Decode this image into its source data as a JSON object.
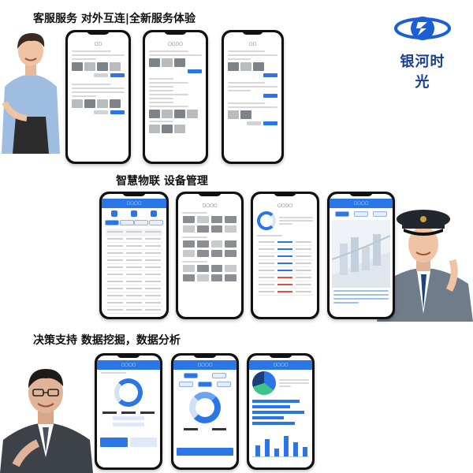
{
  "headings": {
    "customer_service": "客服服务   对外互连|全新服务体验",
    "iot": "智慧物联   设备管理",
    "decision": "决策支持 数据挖掘，数据分析"
  },
  "logo": {
    "text": "银河时光",
    "color": "#1a5fd4"
  },
  "colors": {
    "accent": "#2a76e6",
    "text": "#111111",
    "phone_bezel": "#111111"
  },
  "phones": [
    {
      "id": "cs-1",
      "group": "customer_service"
    },
    {
      "id": "cs-2",
      "group": "customer_service"
    },
    {
      "id": "cs-3",
      "group": "customer_service"
    },
    {
      "id": "iot-1",
      "group": "iot"
    },
    {
      "id": "iot-2",
      "group": "iot"
    },
    {
      "id": "iot-3",
      "group": "iot"
    },
    {
      "id": "iot-4",
      "group": "iot"
    },
    {
      "id": "ds-1",
      "group": "decision"
    },
    {
      "id": "ds-2",
      "group": "decision"
    },
    {
      "id": "ds-3",
      "group": "decision"
    }
  ],
  "people": [
    {
      "role": "customer-service-agent"
    },
    {
      "role": "security-guard"
    },
    {
      "role": "businessman"
    }
  ]
}
